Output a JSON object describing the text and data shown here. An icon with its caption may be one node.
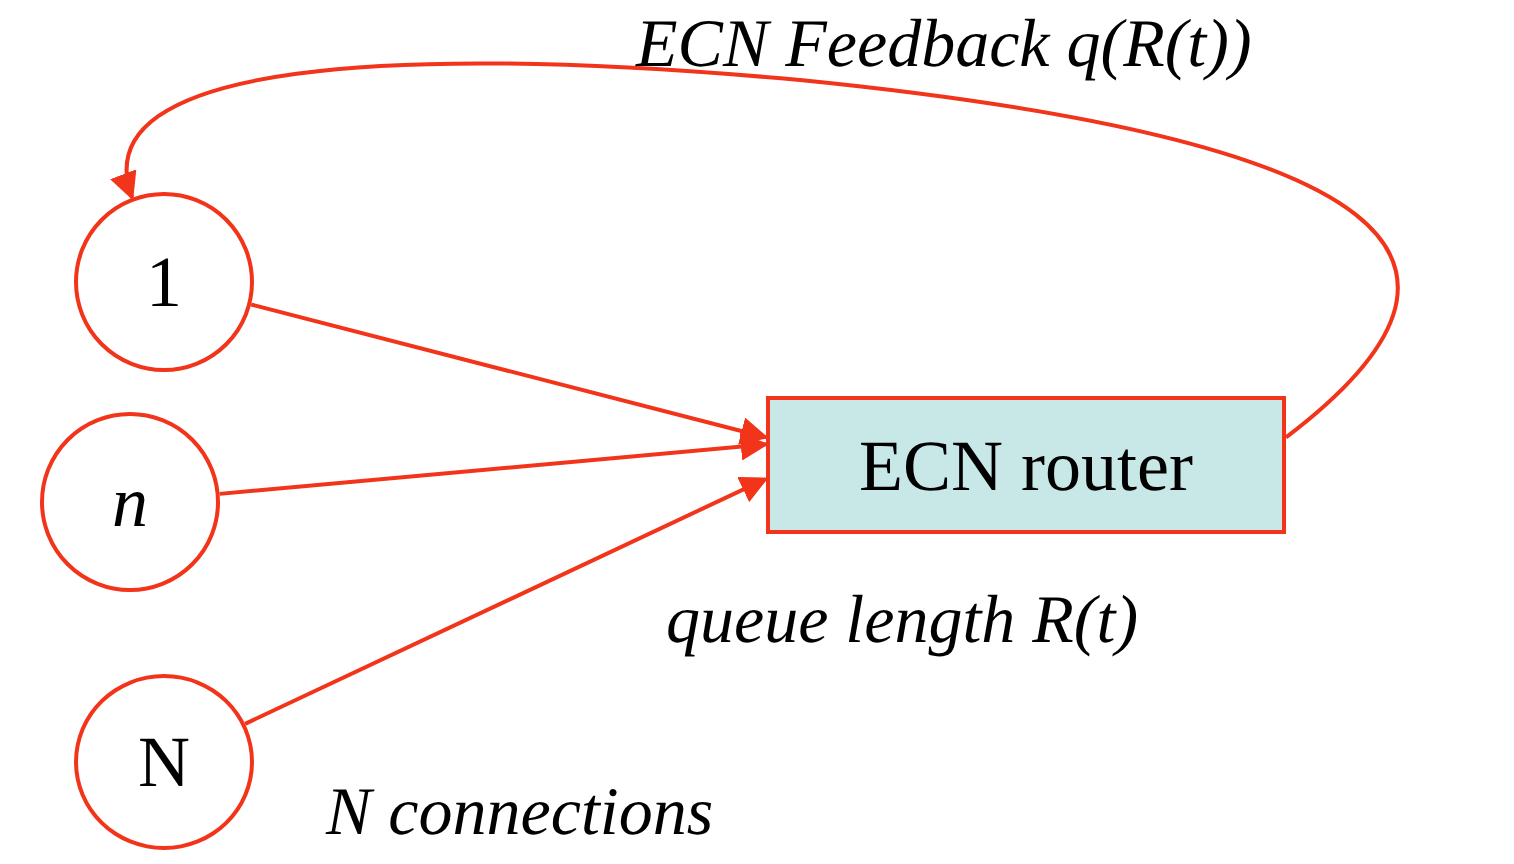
{
  "diagram": {
    "nodes": [
      {
        "text": [
          "1"
        ]
      },
      {
        "text": [
          "n"
        ]
      },
      {
        "text": [
          "N"
        ]
      },
      {
        "text": [
          "ECN router"
        ],
        "beside": [
          "queue length R(t)"
        ]
      }
    ],
    "edges": [
      {
        "from": 0,
        "to": 3,
        "arrow": "to"
      },
      {
        "from": 1,
        "to": 3,
        "arrow": "to"
      },
      {
        "from": 2,
        "to": 3,
        "arrow": "to"
      },
      {
        "from": 3,
        "to": 0,
        "arrow": "to",
        "label": "ECN Feedback q(R(t))"
      }
    ],
    "labels": [
      "N connections"
    ]
  }
}
